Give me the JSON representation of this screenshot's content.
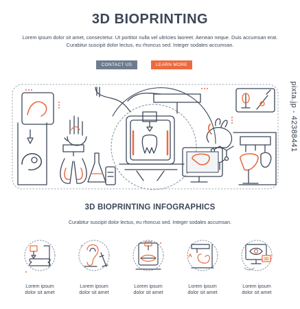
{
  "header": {
    "title": "3D BIOPRINTING",
    "intro_line1": "Lorem ipsum dolor sit amet, consectetur. Ut portitor nulla vel ultricies laoreet. Aenean neque. Duis accumsan erat.",
    "intro_line2": "Curabitur suscipit dolor lectus, eu rhoncus sed. Integer sodales accumsan."
  },
  "buttons": {
    "contact_label": "CONTACT US",
    "learn_label": "LEARN MORE"
  },
  "infographics": {
    "title": "3D BIOPRINTING INFOGRAPHICS",
    "subtitle": "Curabitur suscipit dolor lectus, eu rhoncus sed. Integer sodales accumsan.",
    "items": [
      {
        "line1": "Lorem ipsum",
        "line2": "dolor sit amet",
        "icon": "bone-printing-icon"
      },
      {
        "line1": "Lorem ipsum",
        "line2": "dolor sit amet",
        "icon": "ear-syringe-icon"
      },
      {
        "line1": "Lorem ipsum",
        "line2": "dolor sit amet",
        "icon": "lips-printing-icon"
      },
      {
        "line1": "Lorem ipsum",
        "line2": "dolor sit amet",
        "icon": "stomach-printing-icon"
      },
      {
        "line1": "Lorem ipsum",
        "line2": "dolor sit amet",
        "icon": "monitor-3d-icon"
      }
    ]
  },
  "feature_badge_3d": "3D",
  "watermark": "pixta.jp - 42388441",
  "colors": {
    "line": "#3b4658",
    "accent": "#ec6a3f",
    "button_gray": "#6e7d8e",
    "dots": "#9aa3ad"
  }
}
